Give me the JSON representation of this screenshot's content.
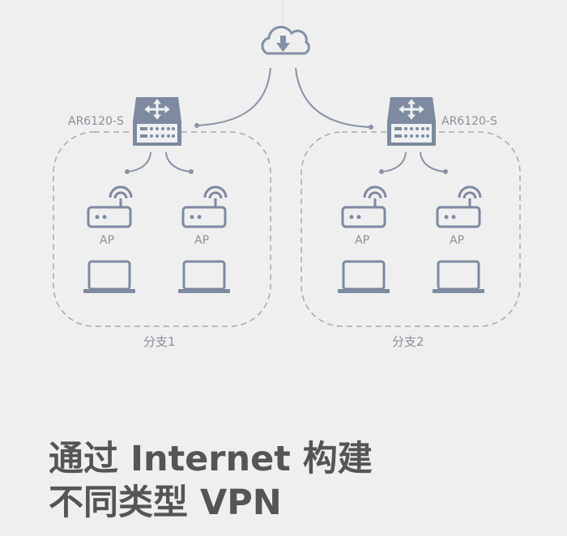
{
  "diagram": {
    "cloud_icon": "cloud-download-icon",
    "routers": [
      {
        "label": "AR6120-S",
        "icon": "router-icon"
      },
      {
        "label": "AR6120-S",
        "icon": "router-icon"
      }
    ],
    "branches": [
      {
        "label": "分支1",
        "aps": [
          {
            "label": "AP"
          },
          {
            "label": "AP"
          }
        ]
      },
      {
        "label": "分支2",
        "aps": [
          {
            "label": "AP"
          },
          {
            "label": "AP"
          }
        ]
      }
    ],
    "colors": {
      "icon": "#7d8aa0",
      "line": "#8a93a5",
      "dash": "#a9a9a9",
      "text": "#8a8f99",
      "title": "#555555"
    }
  },
  "title": {
    "line1": "通过 Internet 构建",
    "line2": "不同类型 VPN"
  }
}
